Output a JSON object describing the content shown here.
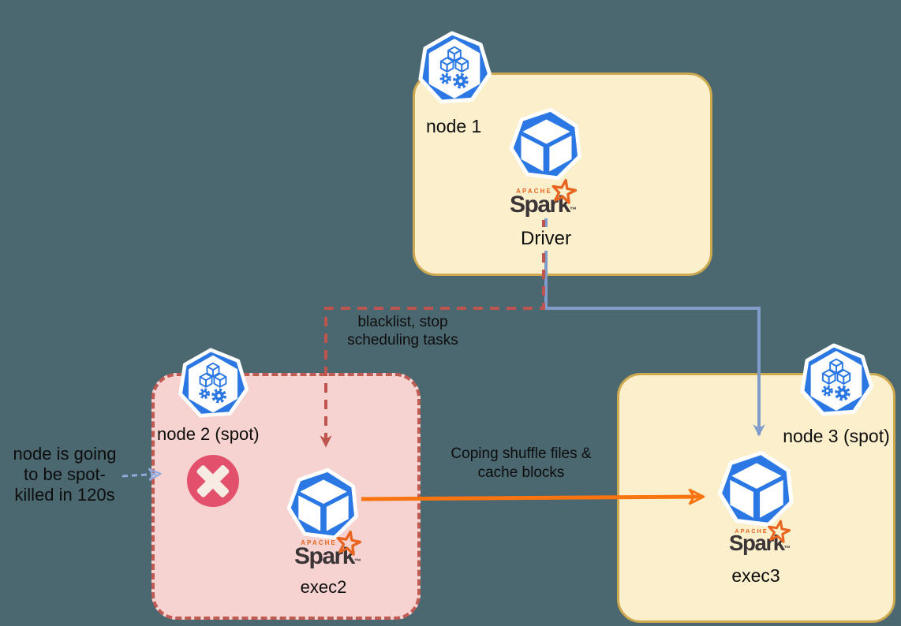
{
  "diagram": {
    "title_hint": "Spark on Kubernetes spot-kill handling diagram",
    "background_color": "#4B6770",
    "colors": {
      "node_fill_yellow": "#FBEFCC",
      "node_border_gold": "#CDA94F",
      "node_fill_pink": "#F6D3D0",
      "node_border_red_dashed": "#C05B54",
      "kubernetes_blue": "#2B78E4",
      "error_badge": "#E2506C",
      "spark_orange": "#E8641F",
      "edge_blue": "#7F9CCB",
      "edge_red": "#BE544E",
      "edge_orange": "#F87410",
      "edge_small_blue": "#8FA9DC",
      "text": "#0D0D0D"
    },
    "nodes": [
      {
        "id": "node1",
        "label": "node 1",
        "role_label": "Driver",
        "kind": "on-demand"
      },
      {
        "id": "node2",
        "label": "node 2 (spot)",
        "role_label": "exec2",
        "kind": "spot",
        "status": "being-killed"
      },
      {
        "id": "node3",
        "label": "node 3 (spot)",
        "role_label": "exec3",
        "kind": "spot"
      }
    ],
    "spark_logo": {
      "apache": "APACHE",
      "name": "Spark",
      "tm": "™"
    },
    "annotations": {
      "spot_kill_note": {
        "lines": [
          "node is going",
          "to be spot-",
          "killed in 120s"
        ]
      },
      "blacklist_label": {
        "lines": [
          "blacklist, stop",
          "scheduling tasks"
        ]
      },
      "copy_label": {
        "lines": [
          "Coping shuffle files &",
          "cache blocks"
        ]
      }
    },
    "edges": [
      {
        "from": "Driver",
        "to": "exec3",
        "style": "solid",
        "color": "#7F9CCB"
      },
      {
        "from": "Driver",
        "to": "exec2",
        "style": "dashed",
        "color": "#BE544E"
      },
      {
        "from": "exec2",
        "to": "exec3",
        "style": "solid",
        "color": "#F87410"
      },
      {
        "from": "spot-kill-note",
        "to": "node2",
        "style": "dashed",
        "color": "#8FA9DC"
      }
    ]
  }
}
